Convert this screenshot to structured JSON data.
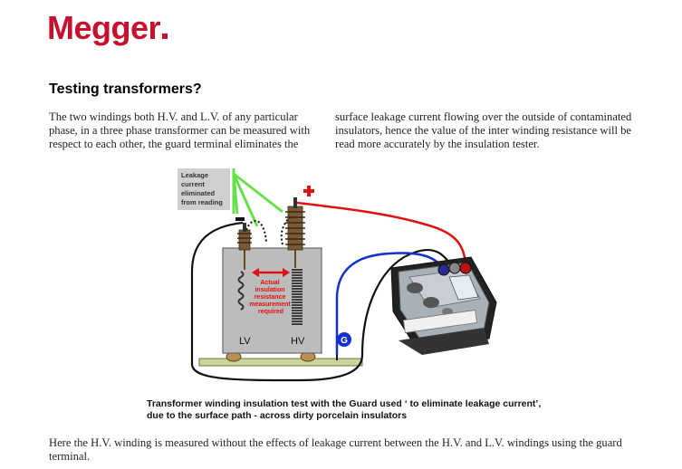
{
  "brand": {
    "logo_text": "Megger",
    "brand_red": "#c8102e"
  },
  "heading": "Testing transformers?",
  "intro": {
    "left": "The two windings both H.V. and L.V. of any particular phase, in a three phase transformer can be measured with respect to each other, the guard terminal eliminates the",
    "right": "surface leakage current flowing over the outside of contaminated insulators, hence the value of the inter winding resistance will be read more accurately by the insulation tester."
  },
  "diagram": {
    "leakage_box": [
      "Leakage",
      "current",
      "eliminated",
      "from reading"
    ],
    "insulation_label": [
      "Actual",
      "insulation",
      "resistance",
      "measurement",
      "required"
    ],
    "lv_label": "LV",
    "hv_label": "HV",
    "plus_symbol": "+",
    "minus_symbol": "-",
    "guard_symbol": "G",
    "colors": {
      "positive_lead": "#e01010",
      "guard_lead": "#1030d0",
      "negative_lead": "#111111",
      "leakage_path": "#66e04a",
      "tank": "#bcbcbc",
      "base": "#c8d49a"
    }
  },
  "caption": [
    "Transformer winding insulation test with the Guard used ‘ to eliminate leakage current’,",
    "due to the surface path - across dirty porcelain insulators"
  ],
  "footer": "Here the H.V. winding is measured without the effects of leakage current between the H.V. and L.V. windings using the guard terminal."
}
